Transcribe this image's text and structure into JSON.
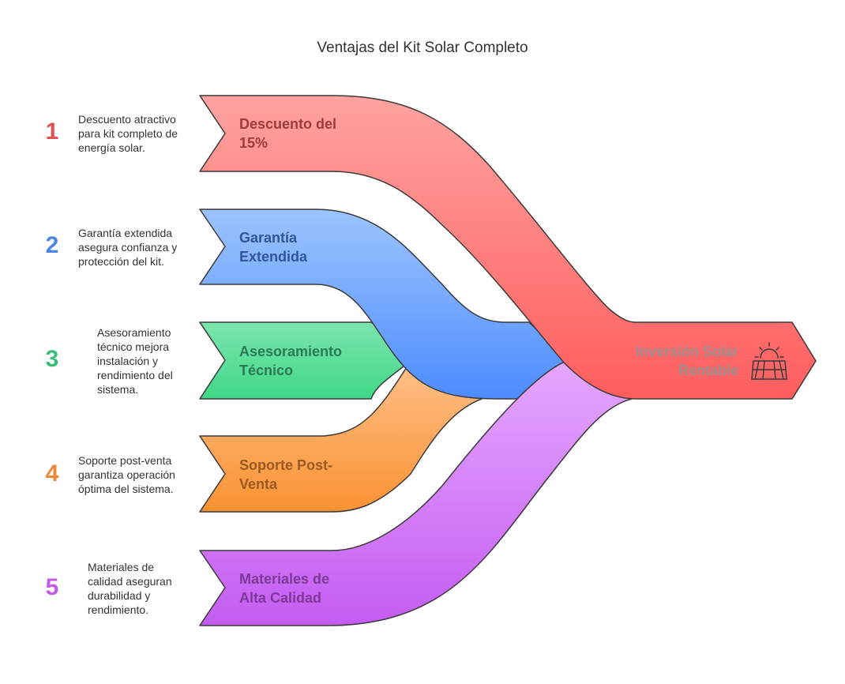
{
  "title": "Ventajas del Kit Solar Completo",
  "target": {
    "line1": "Inversión Solar",
    "line2": "Rentable",
    "icon": "sun-over-field-icon"
  },
  "items": [
    {
      "number": "1",
      "label_line1": "Descuento del",
      "label_line2": "15%",
      "desc": [
        "Descuento atractivo",
        "para kit completo de",
        "energía solar."
      ],
      "number_color": "#e05252",
      "label_color": "#9b3b3b"
    },
    {
      "number": "2",
      "label_line1": "Garantía",
      "label_line2": "Extendida",
      "desc": [
        "Garantía extendida",
        "asegura confianza y",
        "protección del kit."
      ],
      "number_color": "#4d86e0",
      "label_color": "#2f5796"
    },
    {
      "number": "3",
      "label_line1": "Asesoramiento",
      "label_line2": "Técnico",
      "desc": [
        "Asesoramiento",
        "técnico mejora",
        "instalación y",
        "rendimiento del",
        "sistema."
      ],
      "number_color": "#3dbb7a",
      "label_color": "#2b7a51"
    },
    {
      "number": "4",
      "label_line1": "Soporte Post-",
      "label_line2": "Venta",
      "desc": [
        "Soporte post-venta",
        "garantiza operación",
        "óptima del sistema."
      ],
      "number_color": "#ec8a3a",
      "label_color": "#9a5a24"
    },
    {
      "number": "5",
      "label_line1": "Materiales de",
      "label_line2": "Alta Calidad",
      "desc": [
        "Materiales de",
        "calidad aseguran",
        "durabilidad y",
        "rendimiento."
      ],
      "number_color": "#c25ce8",
      "label_color": "#7c3a96"
    }
  ]
}
